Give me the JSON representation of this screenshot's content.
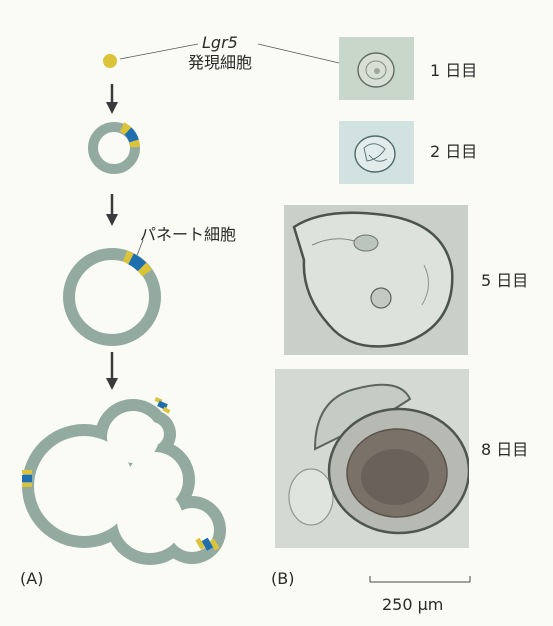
{
  "labels": {
    "gene_name": "Lgr5",
    "expressing_cell": "発現細胞",
    "paneth_cell": "パネート細胞",
    "panel_a": "(A)",
    "panel_b": "(B)",
    "day1": "1 日目",
    "day2": "2 日目",
    "day5": "5 日目",
    "day8": "8 日目",
    "scale_bar": "250 μm"
  },
  "colors": {
    "cell_yellow": "#dcc43a",
    "organoid_wall": "#93aaa1",
    "paneth_blue": "#1f6fae",
    "arrow": "#3a3a3a",
    "photo_bg": "#cdd6cd"
  }
}
